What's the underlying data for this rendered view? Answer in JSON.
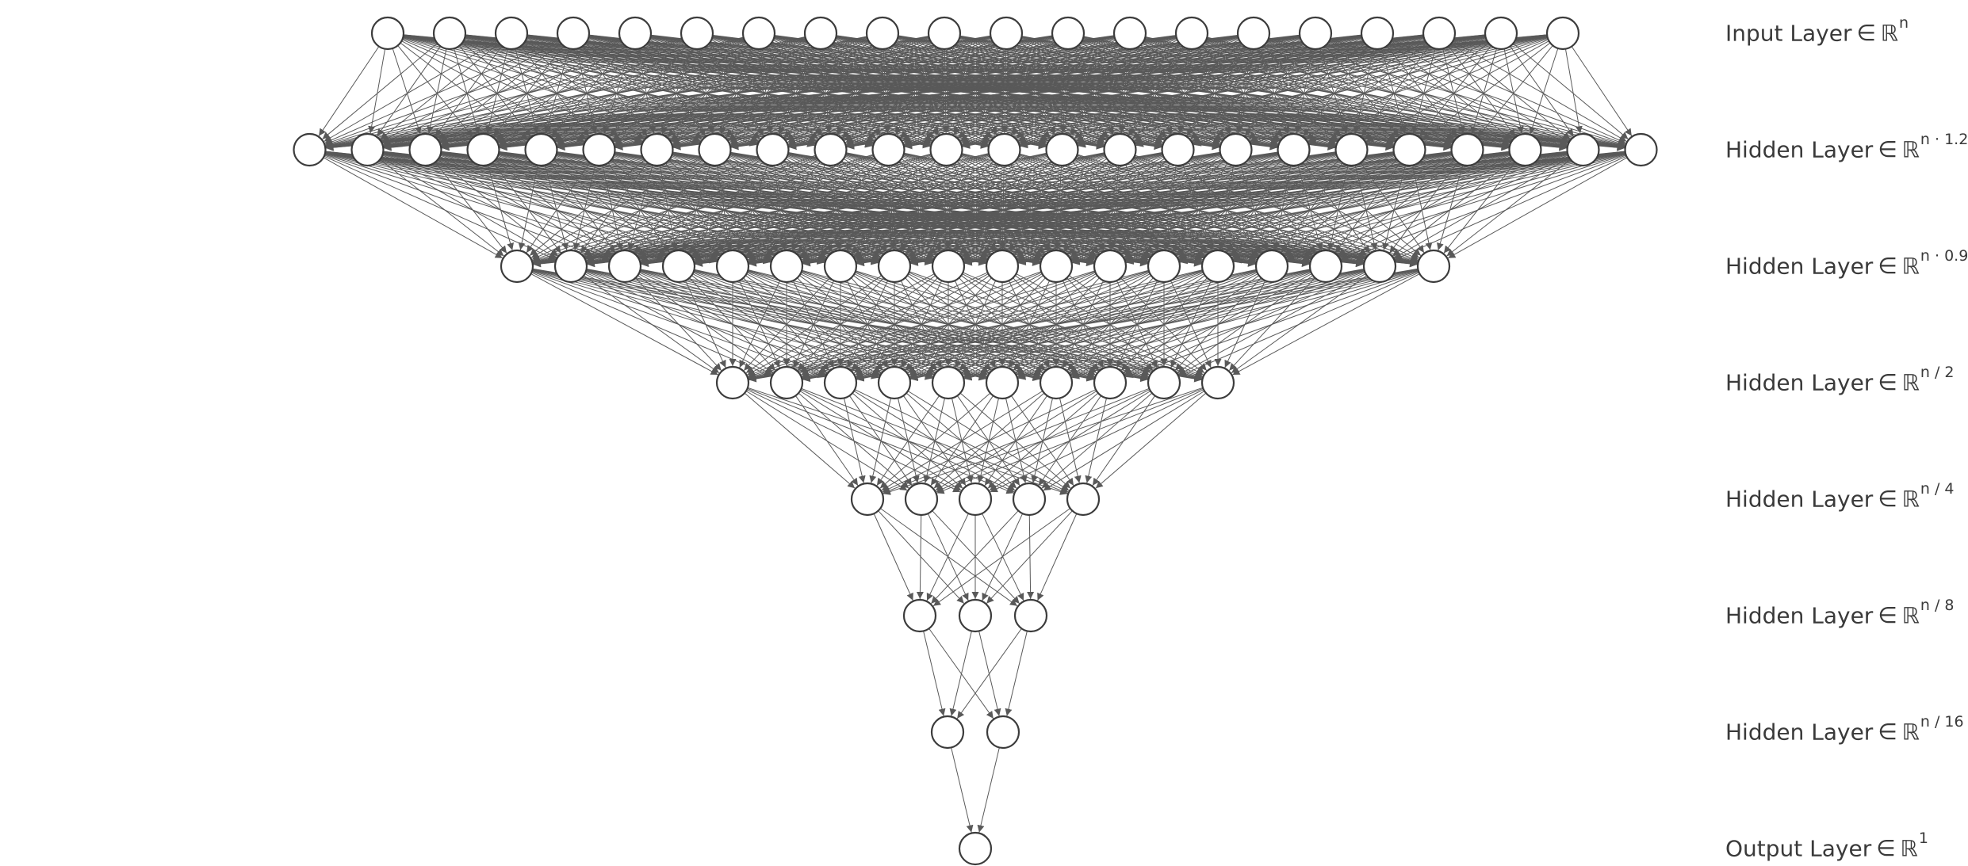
{
  "layers": [
    {
      "name": "Input Layer",
      "space": "ℝ",
      "exponent": "n",
      "nodes": 20
    },
    {
      "name": "Hidden Layer",
      "space": "ℝ",
      "exponent": "n · 1.2",
      "nodes": 24
    },
    {
      "name": "Hidden Layer",
      "space": "ℝ",
      "exponent": "n · 0.9",
      "nodes": 18
    },
    {
      "name": "Hidden Layer",
      "space": "ℝ",
      "exponent": "n / 2",
      "nodes": 10
    },
    {
      "name": "Hidden Layer",
      "space": "ℝ",
      "exponent": "n / 4",
      "nodes": 5
    },
    {
      "name": "Hidden Layer",
      "space": "ℝ",
      "exponent": "n / 8",
      "nodes": 3
    },
    {
      "name": "Hidden Layer",
      "space": "ℝ",
      "exponent": "n / 16",
      "nodes": 2
    },
    {
      "name": "Output Layer",
      "space": "ℝ",
      "exponent": "1",
      "nodes": 1
    }
  ],
  "element_symbol": "∈",
  "colors": {
    "edge": "#595959",
    "node_stroke": "#3c3c3c",
    "node_fill": "#ffffff",
    "label": "#3a3a3a"
  }
}
